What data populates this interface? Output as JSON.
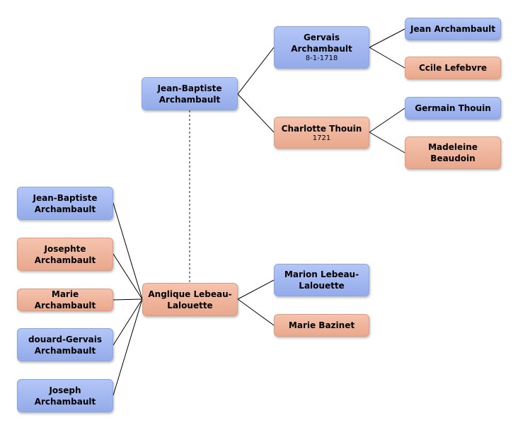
{
  "nodes": {
    "jb_father": {
      "name": "Jean-Baptiste Archambault",
      "gender": "male"
    },
    "anglique": {
      "name": "Anglique Lebeau-Lalouette",
      "gender": "female"
    },
    "gervais": {
      "name": "Gervais Archambault",
      "date": "8-1-1718",
      "gender": "male"
    },
    "charlotte": {
      "name": "Charlotte Thouin",
      "date": "1721",
      "gender": "female"
    },
    "jean": {
      "name": "Jean Archambault",
      "gender": "male"
    },
    "ccile": {
      "name": "Ccile Lefebvre",
      "gender": "female"
    },
    "germain": {
      "name": "Germain Thouin",
      "gender": "male"
    },
    "madeleine": {
      "name": "Madeleine Beaudoin",
      "gender": "female"
    },
    "marion": {
      "name": "Marion Lebeau-Lalouette",
      "gender": "male"
    },
    "marie_bazinet": {
      "name": "Marie Bazinet",
      "gender": "female"
    },
    "child_jb": {
      "name": "Jean-Baptiste Archambault",
      "gender": "male"
    },
    "child_josephte": {
      "name": "Josephte Archambault",
      "gender": "female"
    },
    "child_marie": {
      "name": "Marie Archambault",
      "gender": "female"
    },
    "child_douard": {
      "name": "douard-Gervais Archambault",
      "gender": "male"
    },
    "child_joseph": {
      "name": "Joseph Archambault",
      "gender": "male"
    }
  },
  "colors": {
    "male": "#a4b9f2",
    "female": "#f0b59b",
    "line": "#000000",
    "spouse_link": "#666666"
  }
}
